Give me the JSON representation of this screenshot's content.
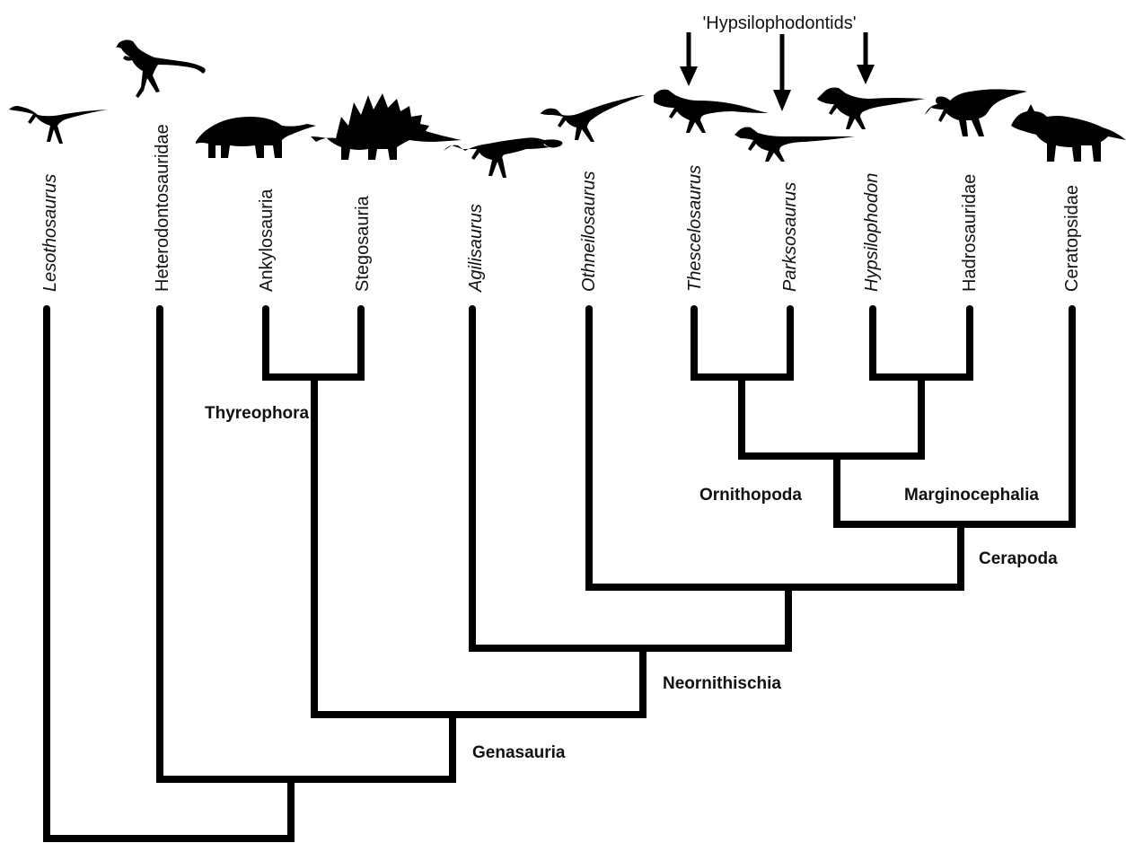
{
  "taxa": [
    {
      "name": "Lesothosaurus",
      "italic": true,
      "silhouette": "small-theropod-like-ornithischian"
    },
    {
      "name": "Heterodontosauridae",
      "italic": false,
      "silhouette": "bipedal-heterodontosaur"
    },
    {
      "name": "Ankylosauria",
      "italic": false,
      "silhouette": "ankylosaur"
    },
    {
      "name": "Stegosauria",
      "italic": false,
      "silhouette": "stegosaur"
    },
    {
      "name": "Agilisaurus",
      "italic": true,
      "silhouette": "small-ornithopod"
    },
    {
      "name": "Othneilosaurus",
      "italic": true,
      "silhouette": "small-ornithopod"
    },
    {
      "name": "Thescelosaurus",
      "italic": true,
      "silhouette": "small-ornithopod"
    },
    {
      "name": "Parksosaurus",
      "italic": true,
      "silhouette": "small-ornithopod"
    },
    {
      "name": "Hypsilophodon",
      "italic": true,
      "silhouette": "small-ornithopod"
    },
    {
      "name": "Hadrosauridae",
      "italic": false,
      "silhouette": "hadrosaur"
    },
    {
      "name": "Ceratopsidae",
      "italic": false,
      "silhouette": "ceratopsid"
    }
  ],
  "clades": {
    "thyreophora": "Thyreophora",
    "ornithopoda": "Ornithopoda",
    "marginocephalia": "Marginocephalia",
    "cerapoda": "Cerapoda",
    "neornithischia": "Neornithischia",
    "genasauria": "Genasauria"
  },
  "group_label": "'Hypsilophodontids'",
  "arrow_icon": "down-arrow-icon"
}
